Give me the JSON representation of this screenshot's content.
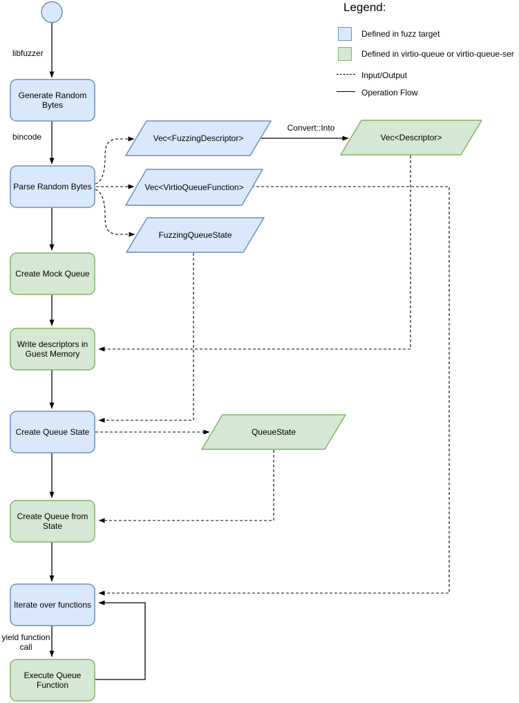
{
  "diagram_type": "flowchart",
  "colors": {
    "fuzz_target_fill": "#dae8fc",
    "fuzz_target_stroke": "#6c8ebf",
    "virtio_queue_fill": "#d5e8d4",
    "virtio_queue_stroke": "#82b366",
    "edge": "#000000"
  },
  "nodes": {
    "start": {
      "type": "start-circle"
    },
    "generate_random_bytes": {
      "label": "Generate Random Bytes",
      "color": "blue"
    },
    "parse_random_bytes": {
      "label": "Parse Random Bytes",
      "color": "blue"
    },
    "create_mock_queue": {
      "label": "Create Mock Queue",
      "color": "green"
    },
    "write_descriptors": {
      "label": "Write descriptors in Guest Memory",
      "color": "green"
    },
    "create_queue_state": {
      "label": "Create Queue State",
      "color": "blue"
    },
    "create_queue_from_state": {
      "label": "Create Queue from State",
      "color": "green"
    },
    "iterate_over_functions": {
      "label": "Iterate over functions",
      "color": "blue"
    },
    "execute_queue_function": {
      "label": "Execute Queue Function",
      "color": "green"
    },
    "vec_fuzzing_descriptor": {
      "label": "Vec<FuzzingDescriptor>",
      "color": "blue"
    },
    "vec_virtio_queue_function": {
      "label": "Vec<VirtioQueueFunction>",
      "color": "blue"
    },
    "fuzzing_queue_state": {
      "label": "FuzzingQueueState",
      "color": "blue"
    },
    "vec_descriptor": {
      "label": "Vec<Descriptor>",
      "color": "green"
    },
    "queue_state": {
      "label": "QueueState",
      "color": "green"
    }
  },
  "edge_labels": {
    "libfuzzer": "libfuzzer",
    "bincode": "bincode",
    "convert_into": "Convert::Into",
    "yield_function_call": "yield function call"
  },
  "legend": {
    "title": "Legend:",
    "items": [
      {
        "swatch": "blue-square",
        "label": "Defined in fuzz target"
      },
      {
        "swatch": "green-square",
        "label": "Defined in virtio-queue or virtio-queue-ser"
      },
      {
        "swatch": "dashed-line",
        "label": "Input/Output"
      },
      {
        "swatch": "solid-line",
        "label": "Operation Flow"
      }
    ]
  }
}
